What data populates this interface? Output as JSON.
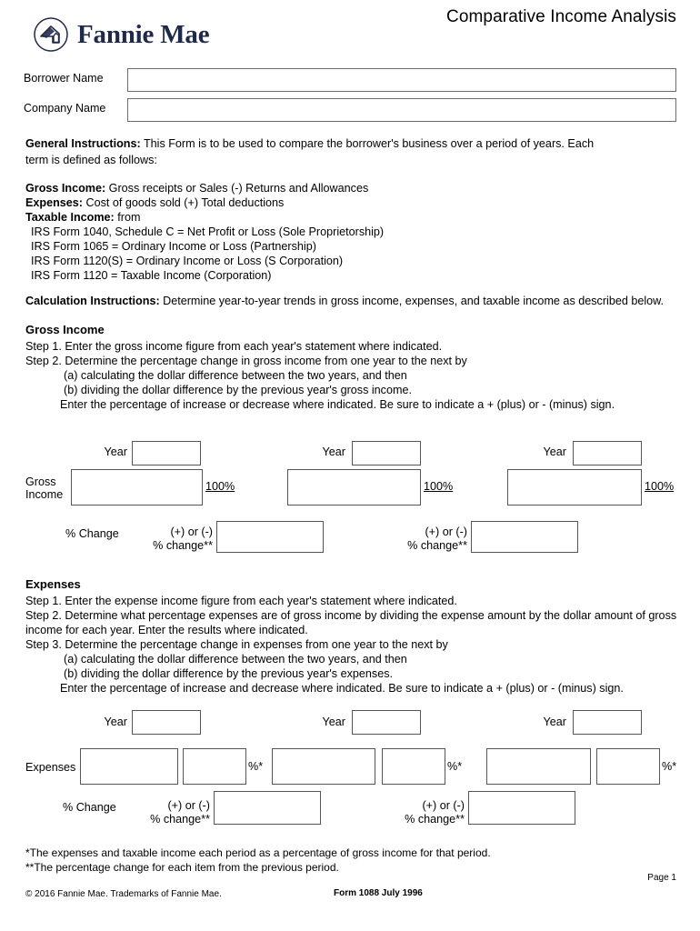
{
  "header": {
    "doc_title": "Comparative Income Analysis",
    "logo_text": "Fannie Mae",
    "logo_icon": "fannie-mae-house-circle-icon"
  },
  "fields": {
    "borrower_label": "Borrower Name",
    "borrower_value": "",
    "company_label": "Company Name",
    "company_value": ""
  },
  "general": {
    "heading": "General Instructions:",
    "line1": " This Form is to be used to compare the borrower's business over a period of years. Each",
    "line2": "term is defined as follows:",
    "defs": [
      {
        "term": "Gross Income:",
        "text": " Gross receipts or Sales (-) Returns and Allowances"
      },
      {
        "term": "Expenses:",
        "text": " Cost of goods sold (+) Total deductions"
      },
      {
        "term": "Taxable Income:",
        "text": " from"
      }
    ],
    "irs_lines": [
      "IRS Form 1040, Schedule C = Net Profit or Loss (Sole Proprietorship)",
      "IRS Form 1065 = Ordinary Income or Loss (Partnership)",
      "IRS Form 1120(S) = Ordinary Income or Loss (S Corporation)",
      "IRS Form 1120 = Taxable Income (Corporation)"
    ],
    "calc_heading": "Calculation Instructions:",
    "calc_text": " Determine year-to-year trends in gross income, expenses, and taxable income as described below."
  },
  "gross_income": {
    "heading": "Gross Income",
    "steps": [
      "Step 1. Enter the gross income figure from each year's statement where indicated.",
      "Step 2. Determine the percentage change in gross income from one year to the next by"
    ],
    "sub_a": "(a) calculating the dollar difference between the two years, and then",
    "sub_b": "(b) dividing the dollar difference by the previous year's gross income.",
    "sub_c": "Enter the percentage of increase or decrease where indicated. Be sure to indicate a + (plus) or - (minus) sign.",
    "year_label": "Year",
    "row_label_line1": "Gross",
    "row_label_line2": "Income",
    "pct_100": "100%",
    "change_label": "% Change",
    "change_caption_line1": "(+) or (-)",
    "change_caption_line2": "% change**",
    "year_values": [
      "",
      "",
      ""
    ],
    "amount_values": [
      "",
      "",
      ""
    ],
    "change_values": [
      "",
      ""
    ]
  },
  "expenses": {
    "heading": "Expenses",
    "steps": [
      "Step 1. Enter the expense income figure from each year's statement where indicated.",
      "Step 2. Determine what percentage expenses are of gross income by dividing the expense amount by the dollar amount of gross",
      "income for each year. Enter the results where indicated.",
      "Step 3. Determine the percentage change in expenses from one year to the next by"
    ],
    "sub_a": "(a) calculating the dollar difference between the two years, and then",
    "sub_b": "(b) dividing the dollar difference by the previous year's expenses.",
    "sub_c": "Enter the percentage of increase and decrease where indicated. Be sure to indicate a + (plus) or - (minus) sign.",
    "year_label": "Year",
    "row_label": "Expenses",
    "pct_star": "%*",
    "change_label": "% Change",
    "change_caption_line1": "(+) or (-)",
    "change_caption_line2": "% change**",
    "year_values": [
      "",
      "",
      ""
    ],
    "amount_values": [
      "",
      "",
      ""
    ],
    "pct_values": [
      "",
      "",
      ""
    ],
    "change_values": [
      "",
      ""
    ]
  },
  "footnotes": {
    "note1": "*The expenses and taxable income each period as a percentage of gross income for that period.",
    "note2": "**The percentage change for each item from the previous period.",
    "page": "Page 1",
    "copyright": "© 2016 Fannie Mae. Trademarks of Fannie Mae.",
    "form_id": "Form 1088  July 1996"
  },
  "colors": {
    "brand_navy": "#1f2a4a",
    "box_border": "#555555",
    "field_border": "#6b6b6b",
    "text": "#000000"
  }
}
